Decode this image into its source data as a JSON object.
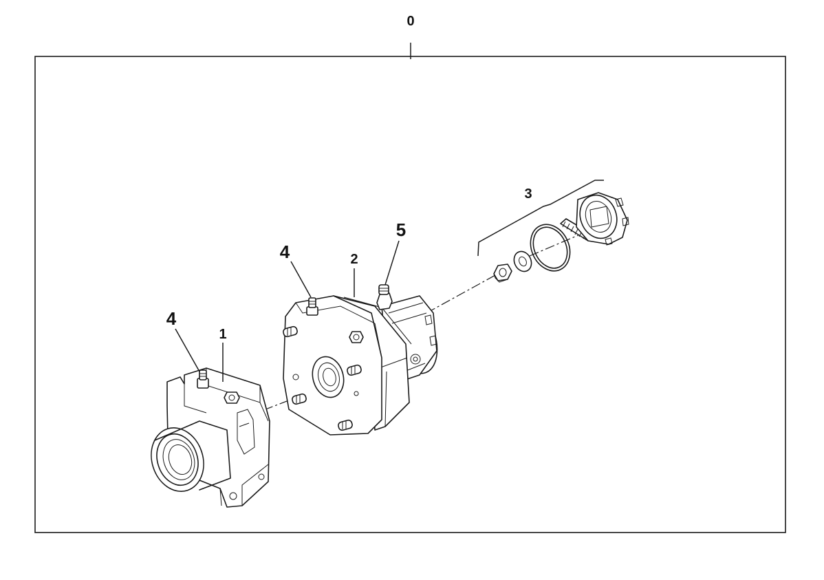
{
  "diagram": {
    "callouts": {
      "assembly": "0",
      "housing": "1",
      "pump_body": "2",
      "seal_kit": "3",
      "fitting_left": "4",
      "fitting_center": "4",
      "nipple": "5"
    }
  }
}
